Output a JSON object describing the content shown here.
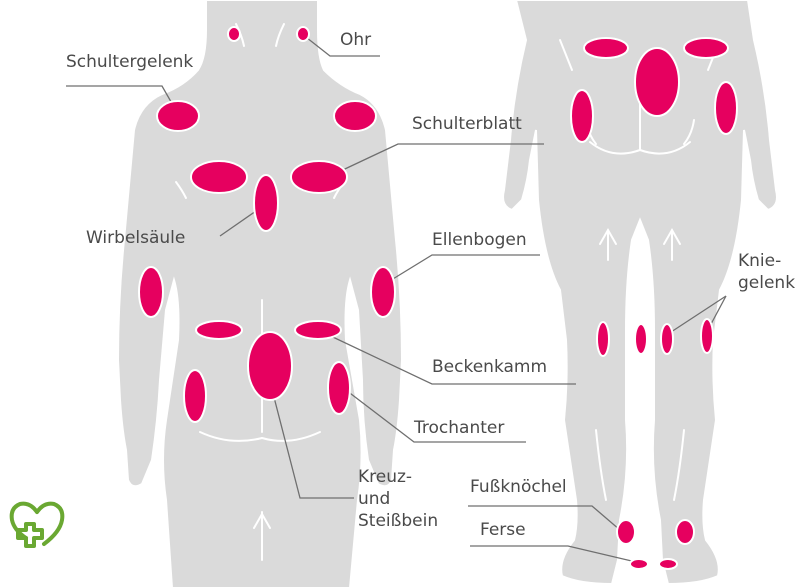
{
  "colors": {
    "body": "#dadada",
    "body_outline": "#ffffff",
    "marker": "#e6005f",
    "leader_line": "#6f6f6f",
    "label_text": "#4a4a4a",
    "logo": "#6aa832"
  },
  "labels": {
    "ohr": "Ohr",
    "schultergelenk": "Schultergelenk",
    "schulterblatt": "Schulterblatt",
    "wirbelsaeule": "Wirbelsäule",
    "ellenbogen": "Ellenbogen",
    "kniegelenk": "Knie-\ngelenk",
    "beckenkamm": "Beckenkamm",
    "trochanter": "Trochanter",
    "kreuz": "Kreuz-\nund\nSteißbein",
    "fusskn": "Fußknöchel",
    "ferse": "Ferse"
  },
  "icons": {
    "logo": "heart-cross-logo-icon"
  }
}
